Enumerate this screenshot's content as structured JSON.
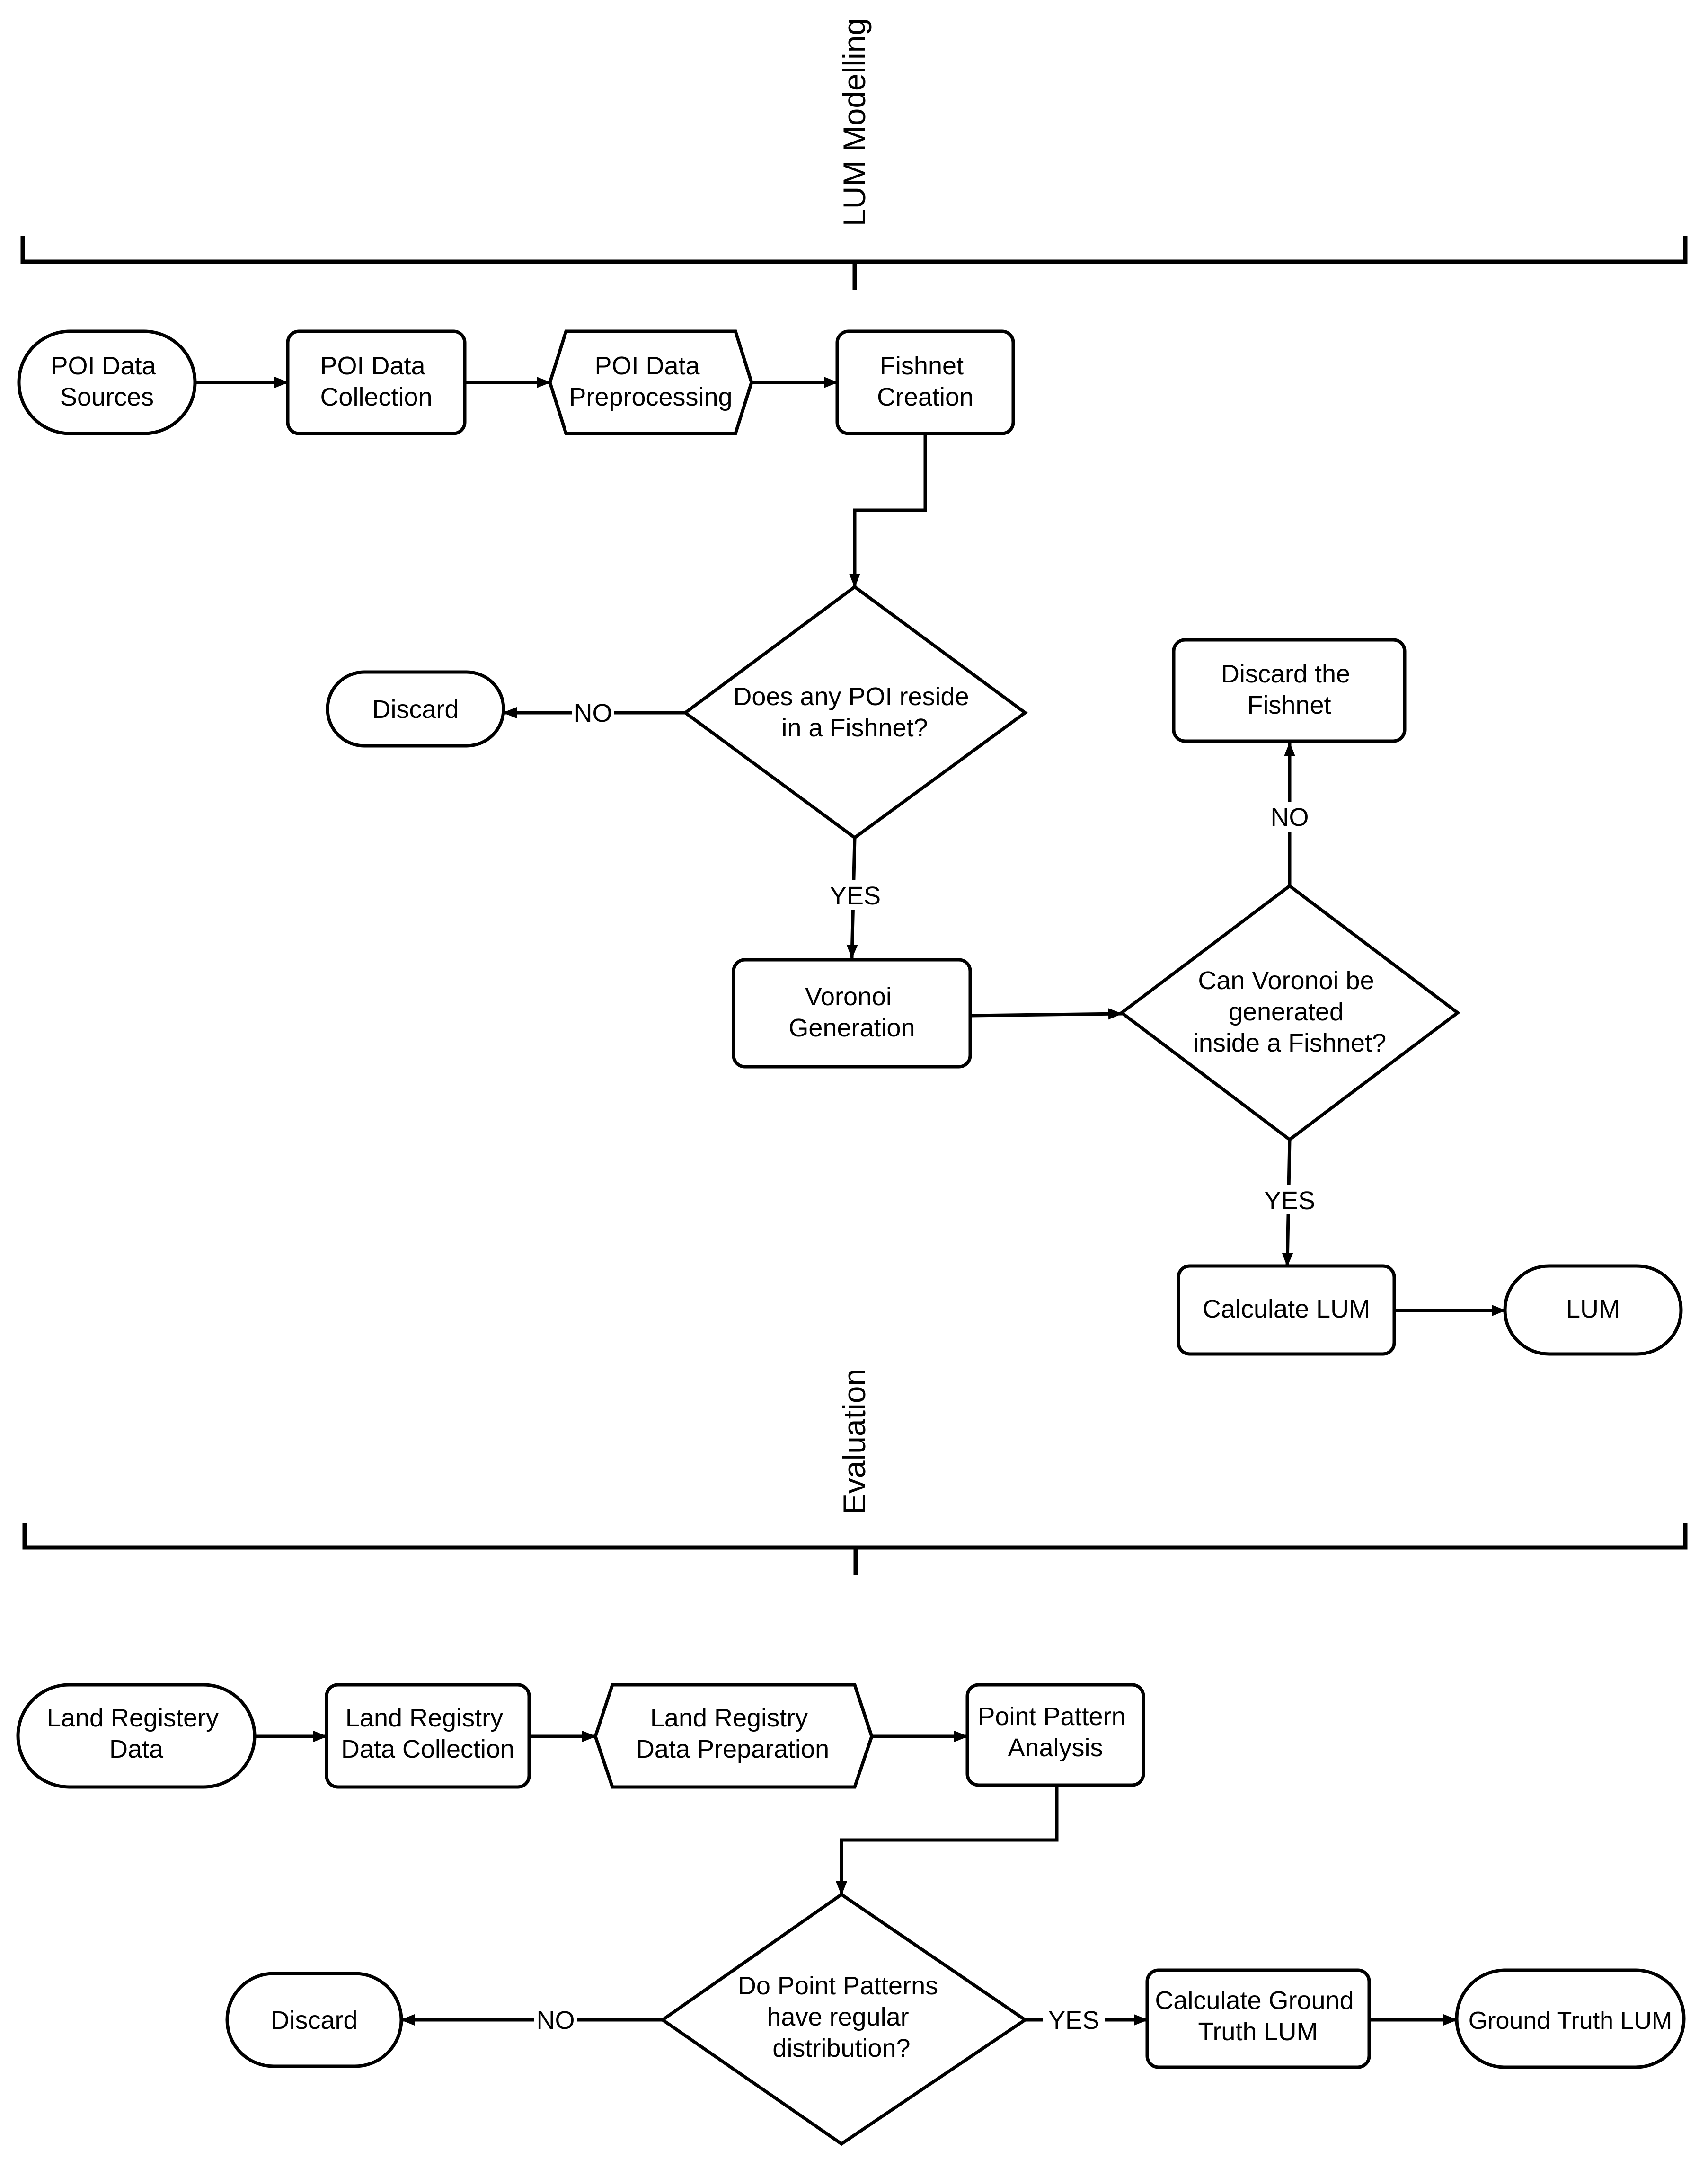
{
  "sections": {
    "modelling": "LUM Modelling",
    "evaluation": "Evaluation"
  },
  "nodes": {
    "poi_sources": [
      "POI Data",
      "Sources"
    ],
    "poi_collection": [
      "POI Data",
      "Collection"
    ],
    "poi_preprocessing": [
      "POI Data",
      "Preprocessing"
    ],
    "fishnet_creation": [
      "Fishnet",
      "Creation"
    ],
    "decision_poi_in_fishnet": [
      "Does any POI reside",
      "in a Fishnet?"
    ],
    "discard_top": [
      "Discard"
    ],
    "voronoi_generation": [
      "Voronoi",
      "Generation"
    ],
    "decision_voronoi": [
      "Can Voronoi be",
      "generated",
      "inside a Fishnet?"
    ],
    "discard_fishnet": [
      "Discard the",
      "Fishnet"
    ],
    "calculate_lum": [
      "Calculate LUM"
    ],
    "lum": [
      "LUM"
    ],
    "land_registry_data": [
      "Land Registery",
      "Data"
    ],
    "land_registry_collection": [
      "Land Registry",
      "Data Collection"
    ],
    "land_registry_preparation": [
      "Land Registry",
      "Data Preparation"
    ],
    "point_pattern_analysis": [
      "Point Pattern",
      "Analysis"
    ],
    "decision_point_patterns": [
      "Do Point Patterns",
      "have regular",
      "distribution?"
    ],
    "discard_bottom": [
      "Discard"
    ],
    "calculate_ground_truth": [
      "Calculate Ground",
      "Truth LUM"
    ],
    "ground_truth_lum": [
      "Ground Truth LUM"
    ]
  },
  "edge_labels": {
    "no_1": "NO",
    "yes_1": "YES",
    "no_2": "NO",
    "yes_2": "YES",
    "no_3": "NO",
    "yes_3": "YES"
  }
}
